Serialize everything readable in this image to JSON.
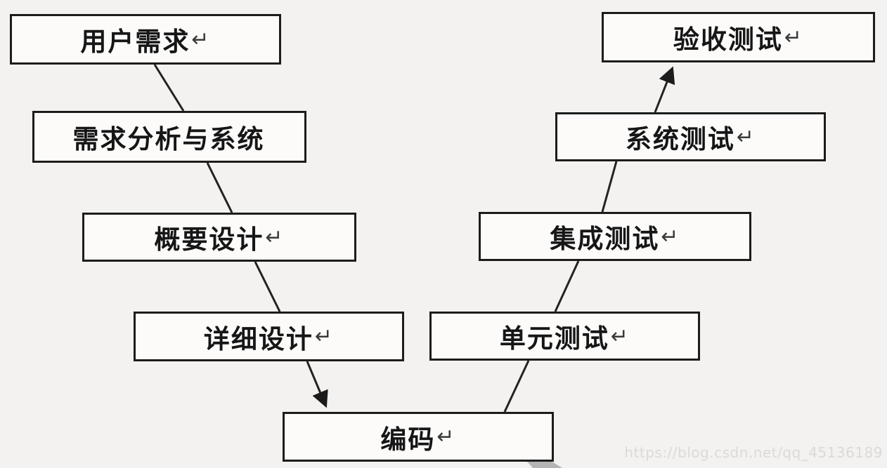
{
  "diagram": {
    "kind": "v-model-flowchart",
    "background_color": "#f3f2f0",
    "box_fill_color": "#fcfbfa",
    "box_border_color": "#1c1c1c",
    "line_color": "#232323",
    "cursor_arrow_color": "#b4b4b4",
    "watermark": {
      "text": "https://blog.csdn.net/qq_45136189",
      "color": "#dcdad7"
    }
  },
  "nodes": [
    {
      "id": "user-requirements",
      "label": "用户需求",
      "return_mark": "↵"
    },
    {
      "id": "requirements-analysis",
      "label": "需求分析与系统",
      "return_mark": ""
    },
    {
      "id": "high-level-design",
      "label": "概要设计",
      "return_mark": "↵"
    },
    {
      "id": "detailed-design",
      "label": "详细设计",
      "return_mark": "↵"
    },
    {
      "id": "coding",
      "label": "编码",
      "return_mark": "↵"
    },
    {
      "id": "unit-testing",
      "label": "单元测试",
      "return_mark": "↵"
    },
    {
      "id": "integration-testing",
      "label": "集成测试",
      "return_mark": "↵"
    },
    {
      "id": "system-testing",
      "label": "系统测试",
      "return_mark": "↵"
    },
    {
      "id": "acceptance-testing",
      "label": "验收测试",
      "return_mark": "↵"
    }
  ],
  "edges": [
    {
      "from": "user-requirements",
      "to": "requirements-analysis",
      "arrowhead": false
    },
    {
      "from": "requirements-analysis",
      "to": "high-level-design",
      "arrowhead": false
    },
    {
      "from": "high-level-design",
      "to": "detailed-design",
      "arrowhead": false
    },
    {
      "from": "detailed-design",
      "to": "coding",
      "arrowhead": true
    },
    {
      "from": "coding",
      "to": "unit-testing",
      "arrowhead": false
    },
    {
      "from": "unit-testing",
      "to": "integration-testing",
      "arrowhead": false
    },
    {
      "from": "integration-testing",
      "to": "system-testing",
      "arrowhead": false
    },
    {
      "from": "system-testing",
      "to": "acceptance-testing",
      "arrowhead": true
    }
  ]
}
